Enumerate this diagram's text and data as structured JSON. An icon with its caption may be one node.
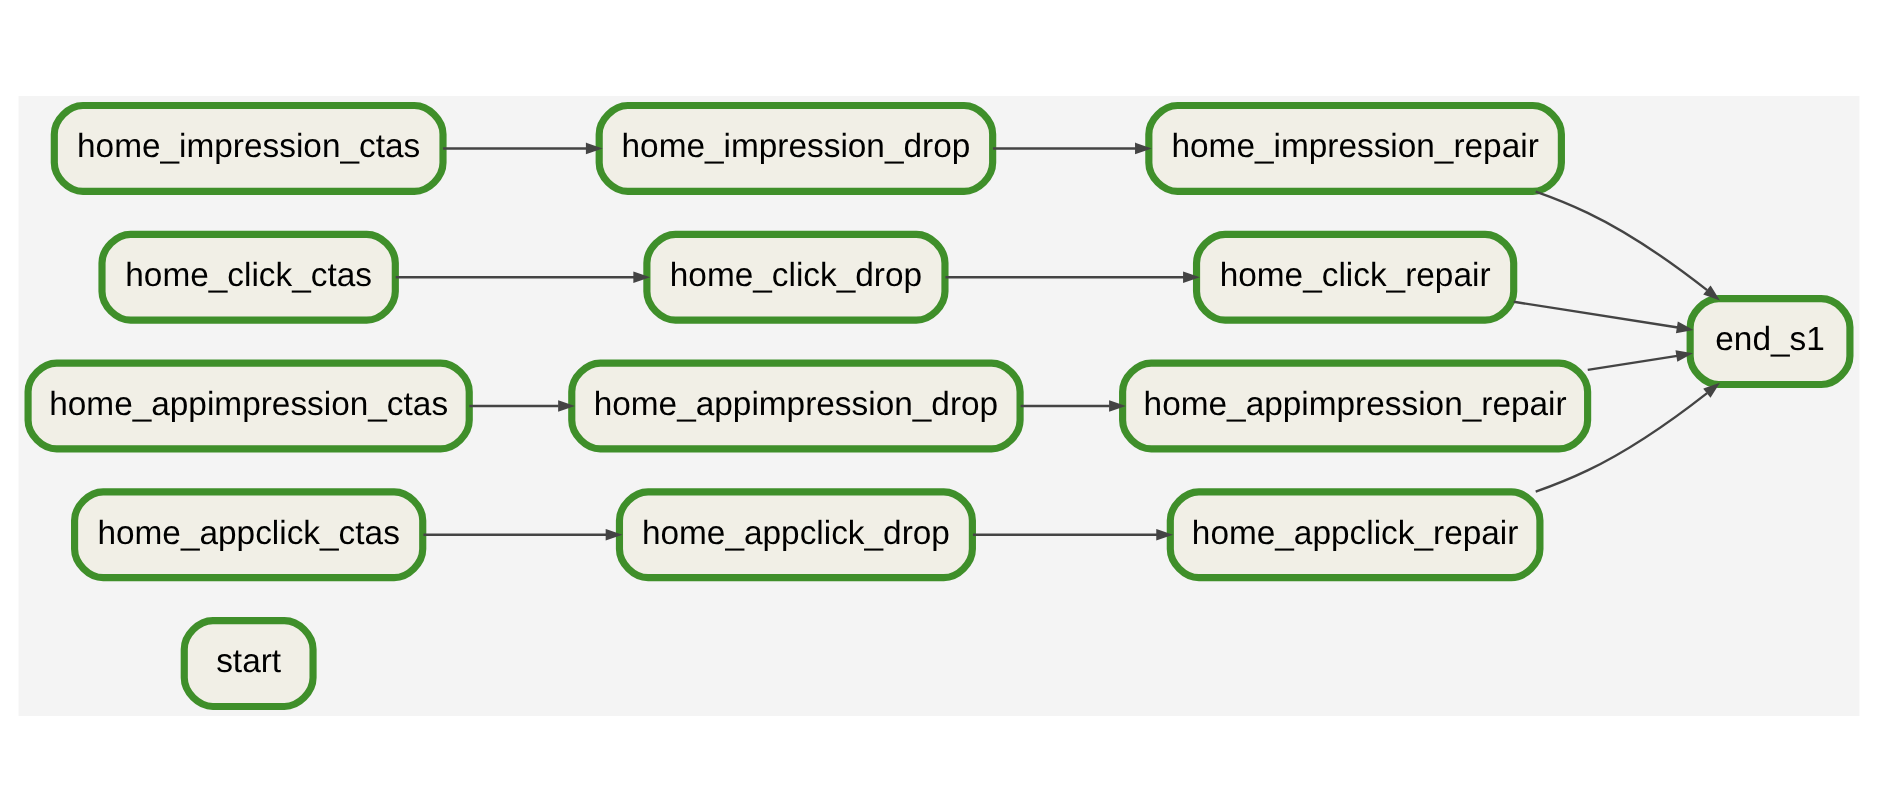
{
  "diagram": {
    "nodes": [
      {
        "text": [
          "start"
        ]
      },
      {
        "text": [
          "home_impression_ctas"
        ]
      },
      {
        "text": [
          "home_impression_drop"
        ]
      },
      {
        "text": [
          "home_impression_repair"
        ]
      },
      {
        "text": [
          "home_click_ctas"
        ]
      },
      {
        "text": [
          "home_click_drop"
        ]
      },
      {
        "text": [
          "home_click_repair"
        ]
      },
      {
        "text": [
          "home_appimpression_ctas"
        ]
      },
      {
        "text": [
          "home_appimpression_drop"
        ]
      },
      {
        "text": [
          "home_appimpression_repair"
        ]
      },
      {
        "text": [
          "home_appclick_ctas"
        ]
      },
      {
        "text": [
          "home_appclick_drop"
        ]
      },
      {
        "text": [
          "home_appclick_repair"
        ]
      },
      {
        "text": [
          "end_s1"
        ]
      }
    ],
    "edges": [
      {
        "from": 1,
        "to": 2,
        "arrow": "to"
      },
      {
        "from": 2,
        "to": 3,
        "arrow": "to"
      },
      {
        "from": 3,
        "to": 13,
        "arrow": "to"
      },
      {
        "from": 4,
        "to": 5,
        "arrow": "to"
      },
      {
        "from": 5,
        "to": 6,
        "arrow": "to"
      },
      {
        "from": 6,
        "to": 13,
        "arrow": "to"
      },
      {
        "from": 7,
        "to": 8,
        "arrow": "to"
      },
      {
        "from": 8,
        "to": 9,
        "arrow": "to"
      },
      {
        "from": 9,
        "to": 13,
        "arrow": "to"
      },
      {
        "from": 10,
        "to": 11,
        "arrow": "to"
      },
      {
        "from": 11,
        "to": 12,
        "arrow": "to"
      },
      {
        "from": 12,
        "to": 13,
        "arrow": "to"
      }
    ]
  }
}
